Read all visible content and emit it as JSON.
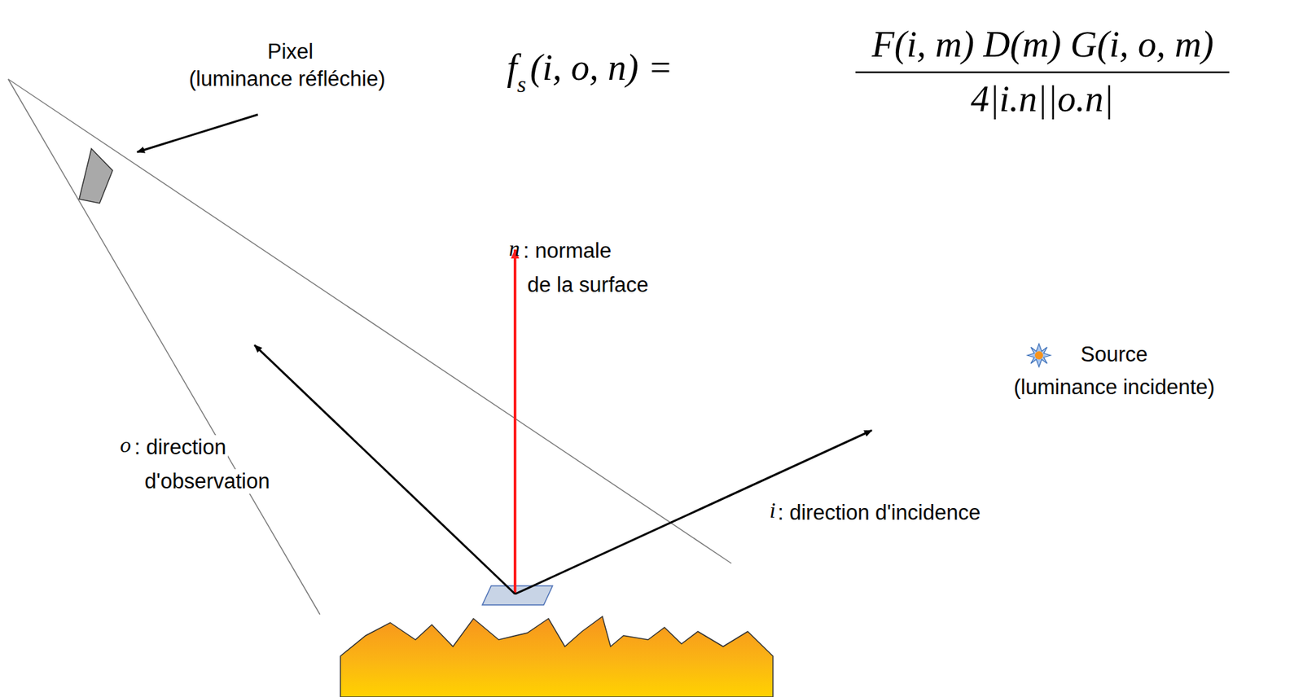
{
  "diagram": {
    "labels": [
      "Pixel",
      "(luminance réfléchie)",
      "f",
      "s",
      "(i, o, n) =",
      "F(i, m) D(m) G(i, o, m)",
      "4|i.n||o.n|",
      "n",
      ": normale",
      "de la surface",
      "o",
      ": direction",
      "d'observation",
      "i",
      ": direction d'incidence",
      "Source",
      "(luminance incidente)"
    ]
  }
}
